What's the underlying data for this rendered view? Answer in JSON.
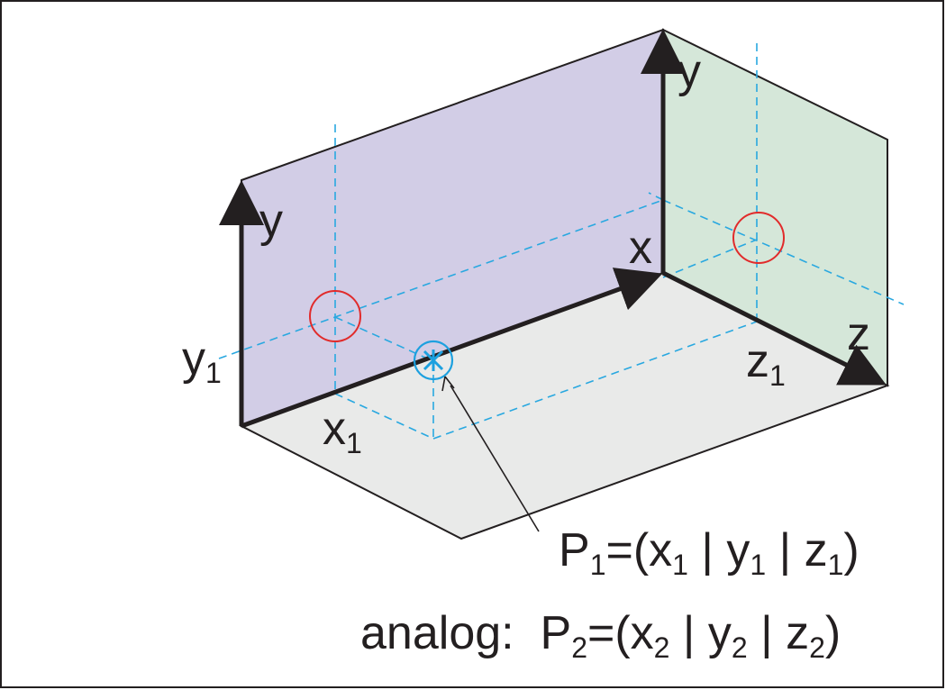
{
  "labels": {
    "left_y_axis": "y",
    "right_y_axis": "y",
    "x_axis": "x",
    "z_axis": "z",
    "y1_base": "y",
    "y1_sub": "1",
    "x1_base": "x",
    "x1_sub": "1",
    "z1_base": "z",
    "z1_sub": "1"
  },
  "formula": {
    "p1": {
      "P": "P",
      "P_sub": "1",
      "open": "=(",
      "x": "x",
      "x_sub": "1",
      "sep1": " | ",
      "y": "y",
      "y_sub": "1",
      "sep2": " | ",
      "z": "z",
      "z_sub": "1",
      "close": ")"
    },
    "p2": {
      "prefix": "analog:  ",
      "P": "P",
      "P_sub": "2",
      "open": "=(",
      "x": "x",
      "x_sub": "2",
      "sep1": " | ",
      "y": "y",
      "y_sub": "2",
      "sep2": " | ",
      "z": "z",
      "z_sub": "2",
      "close": ")"
    }
  },
  "colors": {
    "xy_plane": "#d2cde6",
    "yz_plane": "#d5e7d9",
    "xz_plane": "#e9eae9",
    "projection_line": "#29a8e0",
    "marker_circle": "#e12b2b",
    "point": "#1ca0df",
    "axis": "#231f20"
  }
}
